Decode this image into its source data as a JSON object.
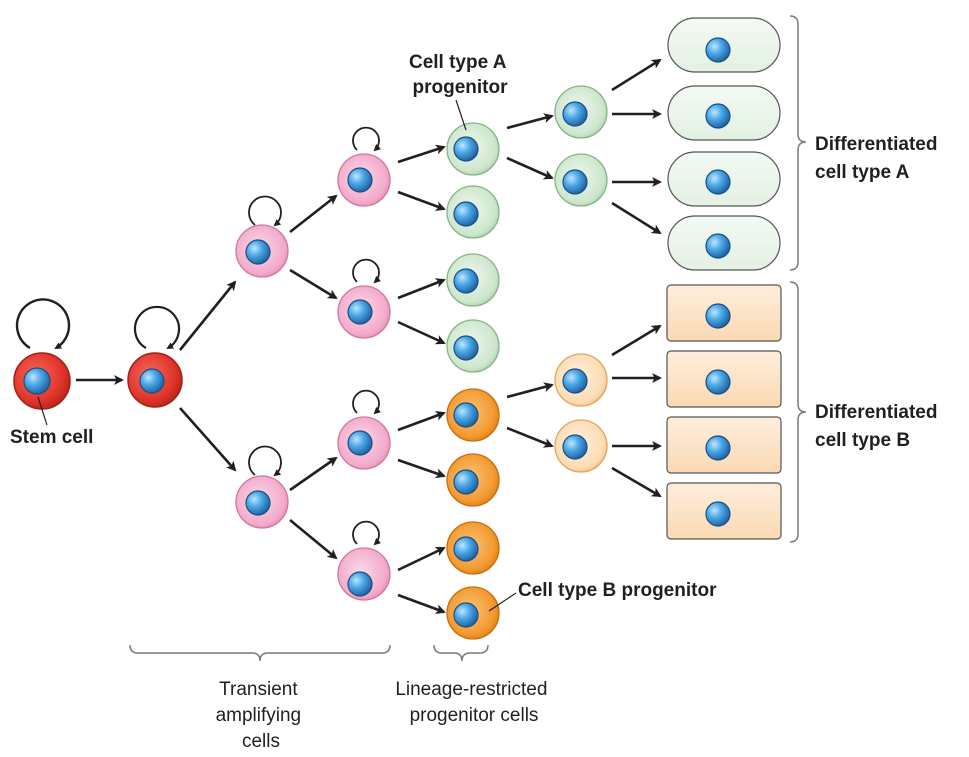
{
  "labels": {
    "stem_cell": "Stem cell",
    "type_a_progenitor": [
      "Cell type A",
      "progenitor"
    ],
    "type_b_progenitor": "Cell type B progenitor",
    "diff_a": [
      "Differentiated",
      "cell type A"
    ],
    "diff_b": [
      "Differentiated",
      "cell type B"
    ],
    "transient": [
      "Transient",
      "amplifying",
      "cells"
    ],
    "lineage": [
      "Lineage-restricted",
      "progenitor cells"
    ]
  },
  "colors": {
    "stem": "#e5362d",
    "transient": "#f3aacb",
    "type_a": "#cfe8cf",
    "type_b": "#f5a03a",
    "diff_a_fill": "#eaf5ea",
    "diff_b_fill": "#fcdcb8",
    "nucleus": "#3a95d8",
    "arrow": "#231f20",
    "bracket": "#7a7a7a"
  }
}
